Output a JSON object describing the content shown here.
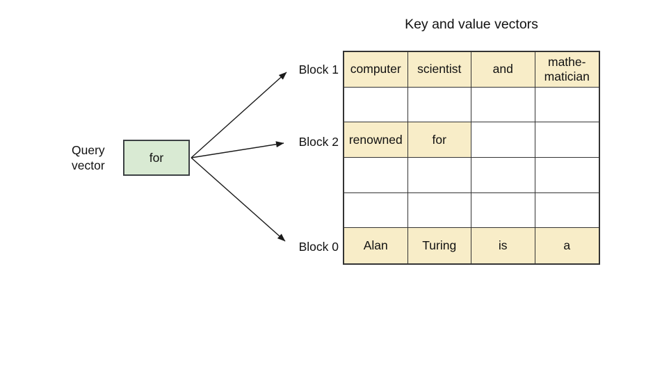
{
  "title": "Key and value vectors",
  "query": {
    "label": "Query\nvector",
    "box_text": "for"
  },
  "blocks": [
    {
      "label": "Block 1"
    },
    {
      "label": "Block 2"
    },
    {
      "label": "Block 0"
    }
  ],
  "grid": {
    "rows": [
      {
        "cells": [
          {
            "text": "computer",
            "filled": true
          },
          {
            "text": "scientist",
            "filled": true
          },
          {
            "text": "and",
            "filled": true
          },
          {
            "text": "mathe-\nmatician",
            "filled": true
          }
        ]
      },
      {
        "cells": [
          {
            "text": "",
            "filled": false
          },
          {
            "text": "",
            "filled": false
          },
          {
            "text": "",
            "filled": false
          },
          {
            "text": "",
            "filled": false
          }
        ]
      },
      {
        "cells": [
          {
            "text": "renowned",
            "filled": true
          },
          {
            "text": "for",
            "filled": true
          },
          {
            "text": "",
            "filled": false
          },
          {
            "text": "",
            "filled": false
          }
        ]
      },
      {
        "cells": [
          {
            "text": "",
            "filled": false
          },
          {
            "text": "",
            "filled": false
          },
          {
            "text": "",
            "filled": false
          },
          {
            "text": "",
            "filled": false
          }
        ]
      },
      {
        "cells": [
          {
            "text": "",
            "filled": false
          },
          {
            "text": "",
            "filled": false
          },
          {
            "text": "",
            "filled": false
          },
          {
            "text": "",
            "filled": false
          }
        ]
      },
      {
        "cells": [
          {
            "text": "Alan",
            "filled": true
          },
          {
            "text": "Turing",
            "filled": true
          },
          {
            "text": "is",
            "filled": true
          },
          {
            "text": "a",
            "filled": true
          }
        ]
      }
    ]
  },
  "colors": {
    "cell-fill": "#f8edc8",
    "query-fill": "#d9ead3",
    "border": "#333333",
    "arrow": "#1a1a1a"
  }
}
